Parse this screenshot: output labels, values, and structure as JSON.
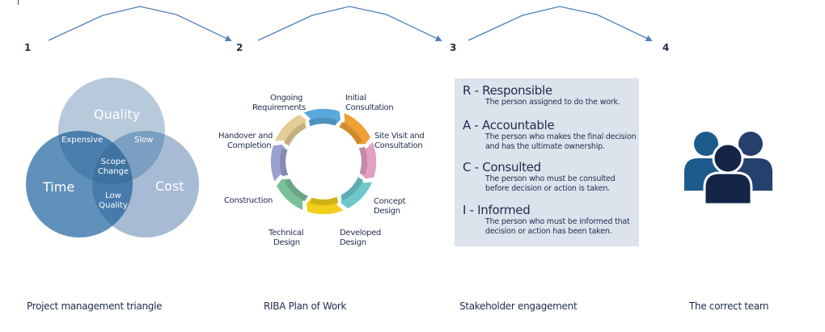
{
  "steps": [
    {
      "number": "1",
      "caption": "Project management triangle"
    },
    {
      "number": "2",
      "caption": "RIBA Plan of Work"
    },
    {
      "number": "3",
      "caption": "Stakeholder engagement"
    },
    {
      "number": "4",
      "caption": "The correct team"
    }
  ],
  "colors": {
    "arrow": "#4f7fb5",
    "text_dark": "#1f2d4d",
    "venn_quality": "#b6cadb",
    "venn_time": "#5b8db8",
    "venn_cost": "#9db4cf",
    "raci_background": "#dce3ed",
    "team_left": "#1d5b8c",
    "team_right": "#26406e",
    "team_center": "#142548"
  },
  "triangle": {
    "circles": {
      "quality": "Quality",
      "time": "Time",
      "cost": "Cost"
    },
    "overlaps": {
      "quality_time": "Expensive",
      "quality_cost": "Slow",
      "center_line1": "Scope",
      "center_line2": "Change",
      "time_cost_line1": "Low",
      "time_cost_line2": "Quality"
    }
  },
  "riba": {
    "stages": [
      {
        "line1": "Initial",
        "line2": "Consultation",
        "color": "#f0a033"
      },
      {
        "line1": "Site Visit and",
        "line2": "Consultation",
        "color": "#e39fc4"
      },
      {
        "line1": "Concept",
        "line2": "Design",
        "color": "#6fc7cc"
      },
      {
        "line1": "Developed",
        "line2": "Design",
        "color": "#f2cf1a"
      },
      {
        "line1": "Technical",
        "line2": "Design",
        "color": "#7bbf98"
      },
      {
        "line1": "Construction",
        "line2": "",
        "color": "#9aa1d0"
      },
      {
        "line1": "Handover and",
        "line2": "Completion",
        "color": "#e2cd95"
      },
      {
        "line1": "Ongoing",
        "line2": "Requirements",
        "color": "#5aa9dc"
      }
    ]
  },
  "raci": {
    "items": [
      {
        "title": "R - Responsible",
        "desc1": "The person assigned to do the work.",
        "desc2": ""
      },
      {
        "title": "A - Accountable",
        "desc1": "The person who makes the final decision",
        "desc2": "and has the ultimate ownership."
      },
      {
        "title": "C - Consulted",
        "desc1": "The person who must be consulted",
        "desc2": "before decision or action is taken."
      },
      {
        "title": "I - Informed",
        "desc1": "The person who must be informed that",
        "desc2": "decision or action has been taken."
      }
    ]
  },
  "team": {
    "icon": "team-icon"
  }
}
